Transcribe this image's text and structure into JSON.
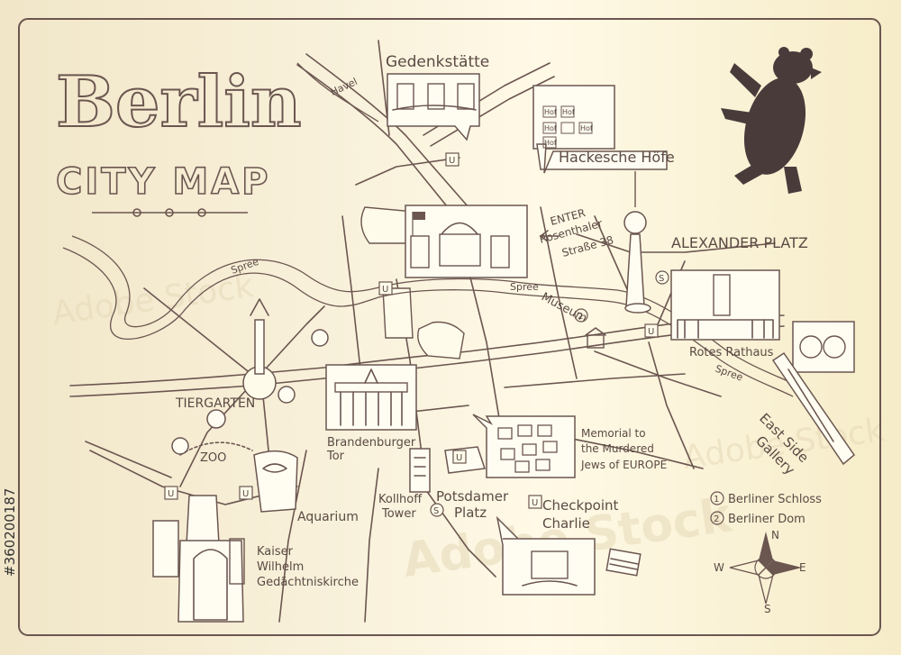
{
  "title": {
    "line1": "Berlin",
    "line2": "CITY MAP"
  },
  "rivers": {
    "havel": "Havel",
    "spree_west": "Spree",
    "spree_center": "Spree",
    "spree_east": "Spree"
  },
  "landmarks": {
    "gedenkstaette": "Gedenkstätte",
    "hackesche": "Hackesche Höfe",
    "hof_label": "Hof",
    "enter": "ENTER",
    "address1": "Rosenthaler",
    "address2": "Straße 38",
    "alexanderplatz": "ALEXANDER PLATZ",
    "rotes_rathaus": "Rotes Rathaus",
    "museum": "Museum",
    "tiergarten": "TIERGARTEN",
    "zoo": "ZOO",
    "brandenburger1": "Brandenburger",
    "brandenburger2": "Tor",
    "memorial1": "Memorial to",
    "memorial2": "the Murdered",
    "memorial3": "Jews of EUROPE",
    "kollhoff1": "Kollhoff",
    "kollhoff2": "Tower",
    "potsdamer1": "Potsdamer",
    "potsdamer2": "Platz",
    "checkpoint1": "Checkpoint",
    "checkpoint2": "Charlie",
    "aquarium": "Aquarium",
    "kaiser1": "Kaiser",
    "kaiser2": "Wilhelm",
    "kaiser3": "Gedächtniskirche",
    "eastside1": "East Side",
    "eastside2": "Gallery"
  },
  "legend": [
    {
      "num": "1",
      "label": "Berliner Schloss"
    },
    {
      "num": "2",
      "label": "Berliner Dom"
    }
  ],
  "markers": {
    "u": "U",
    "s": "S",
    "one": "1",
    "two": "2"
  },
  "compass": {
    "n": "N",
    "s": "S",
    "e": "E",
    "w": "W"
  },
  "watermark": {
    "brand": "Adobe Stock",
    "id": "#360200187"
  }
}
